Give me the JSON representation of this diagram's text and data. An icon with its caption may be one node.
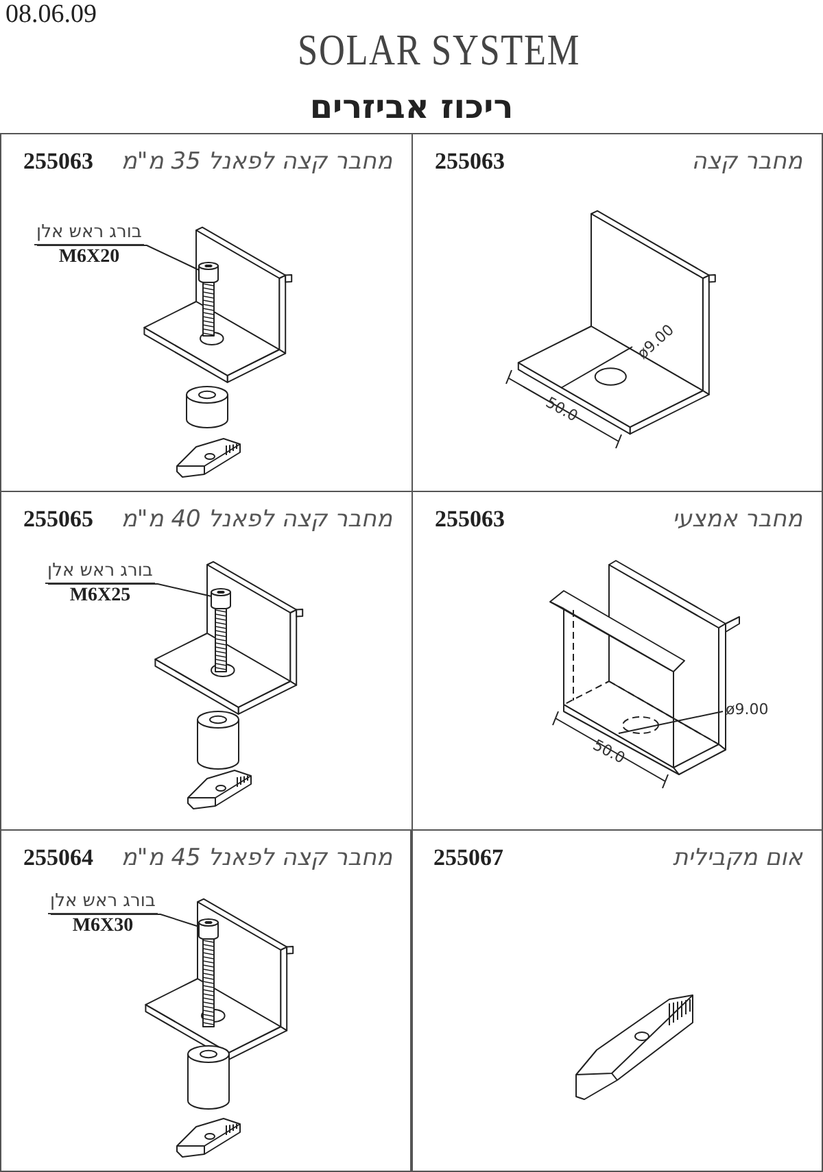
{
  "diagram": {
    "title": "SOLAR SYSTEM",
    "nodes": [
      {
        "text": [
          "מחבר קצה לפאנל 35 מ\"מ",
          "255063"
        ]
      },
      {
        "text": [
          "בורג ראש אלן",
          "M6X20"
        ],
        "in": 0
      },
      {
        "text": [],
        "shape": "picture",
        "in": 0
      },
      {
        "text": [
          "מחבר קצה",
          "255063"
        ]
      },
      {
        "text": [
          "מחבר קצה לפאנל 40 מ\"מ",
          "255065"
        ]
      },
      {
        "text": [
          "בורג ראש אלן",
          "M6X25"
        ],
        "in": 4
      },
      {
        "text": [],
        "shape": "picture",
        "in": 4
      },
      {
        "text": [
          "מחבר אמצעי",
          "255063"
        ]
      },
      {
        "text": [
          "מחבר קצה לפאנל 45 מ\"מ",
          "255064"
        ]
      },
      {
        "text": [
          "בורג ראש אלן",
          "M6X30"
        ],
        "in": 8
      },
      {
        "text": [],
        "shape": "picture",
        "in": 8
      },
      {
        "text": [
          "אום מקבילית",
          "255067"
        ]
      }
    ],
    "edges": [
      {
        "from": 1,
        "to": 2,
        "arrow": "none"
      },
      {
        "from": 5,
        "to": 6,
        "arrow": "none"
      },
      {
        "from": 9,
        "to": 10,
        "arrow": "none"
      }
    ],
    "labels": [
      "08.06.09",
      "ריכוז אביזרים",
      "ø9.00",
      "50.0",
      "ø9.00",
      "50.0"
    ]
  }
}
